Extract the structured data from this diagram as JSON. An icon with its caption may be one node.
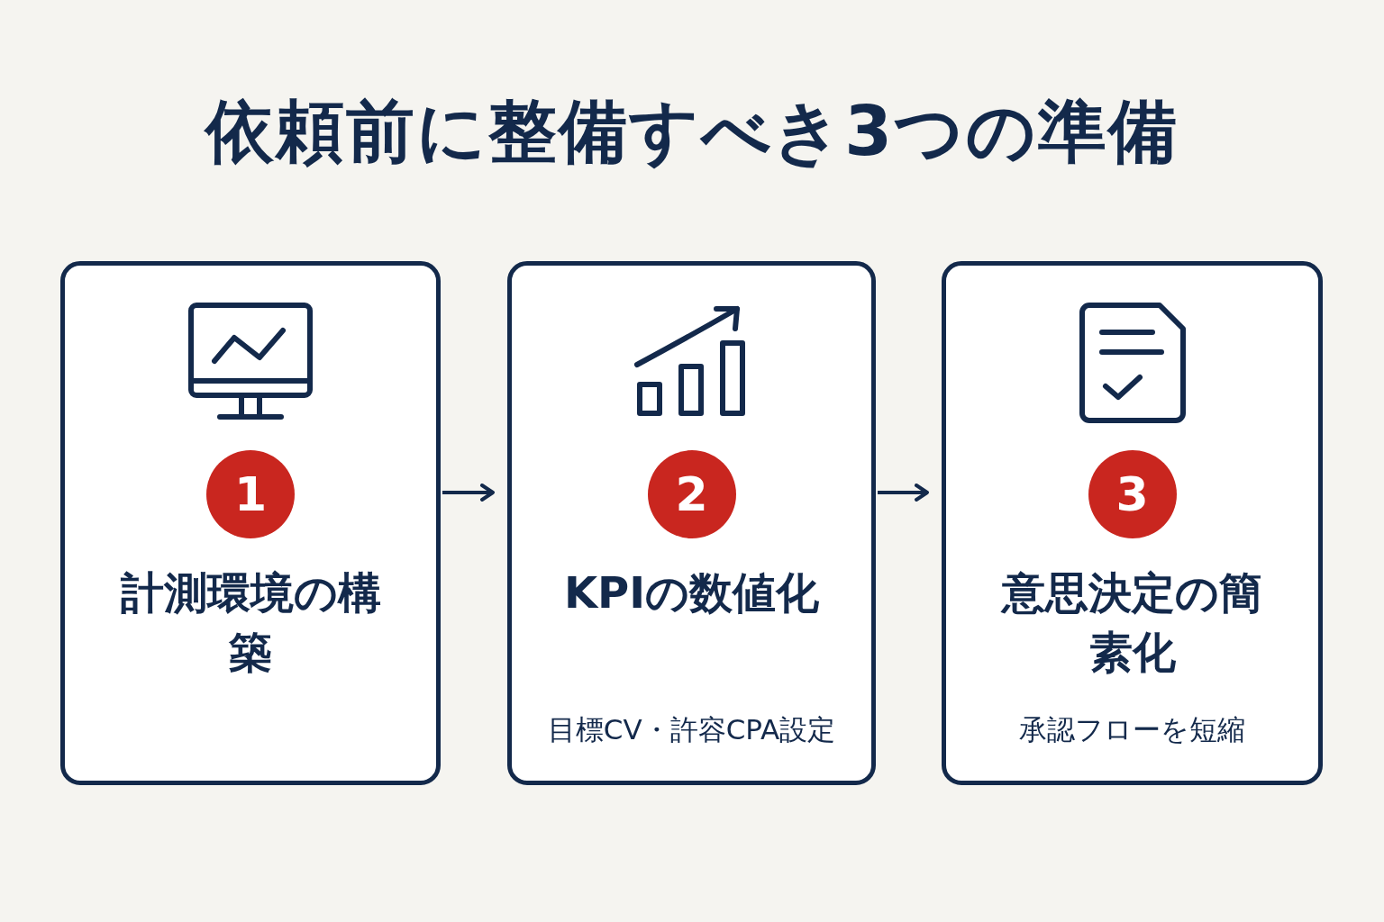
{
  "diagram": {
    "title": "依頼前に整備すべき3つの準備",
    "nodes": [
      {
        "text": [
          "1",
          "計測環境の構築"
        ]
      },
      {
        "text": [
          "2",
          "KPIの数値化",
          "目標CV・許容CPA設定"
        ]
      },
      {
        "text": [
          "3",
          "意思決定の簡素化",
          "承認フローを短縮"
        ]
      }
    ],
    "edges": [
      {
        "from": 0,
        "to": 1,
        "arrow": "to"
      },
      {
        "from": 1,
        "to": 2,
        "arrow": "to"
      }
    ]
  }
}
